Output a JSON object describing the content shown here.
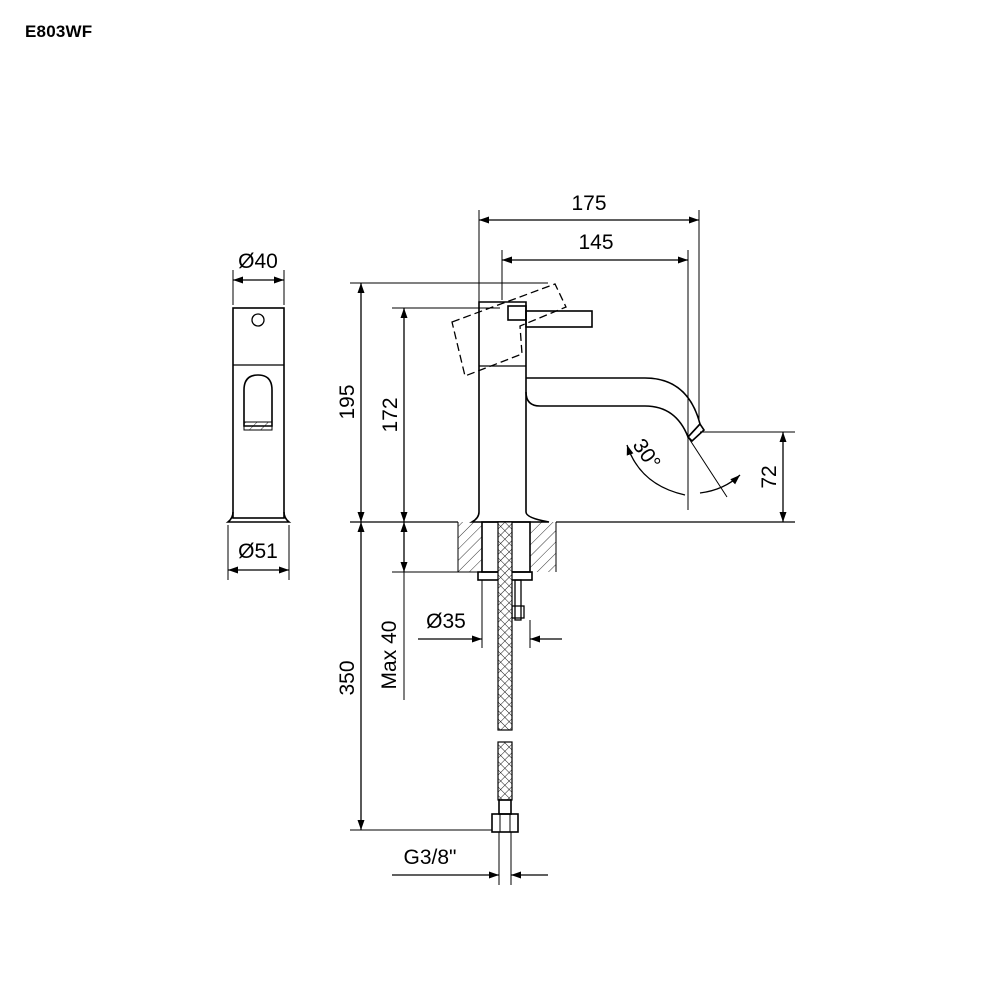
{
  "header": {
    "model_code": "E803WF"
  },
  "dimensions": {
    "overall_reach": "175",
    "spout_reach": "145",
    "overall_height": "195",
    "body_height": "172",
    "spout_outlet_height": "72",
    "spout_angle": "30°",
    "top_diameter": "Ø40",
    "base_diameter": "Ø51",
    "hole_diameter": "Ø35",
    "max_deck_thickness": "Max 40",
    "hose_length": "350",
    "connection_thread": "G3/8\""
  }
}
